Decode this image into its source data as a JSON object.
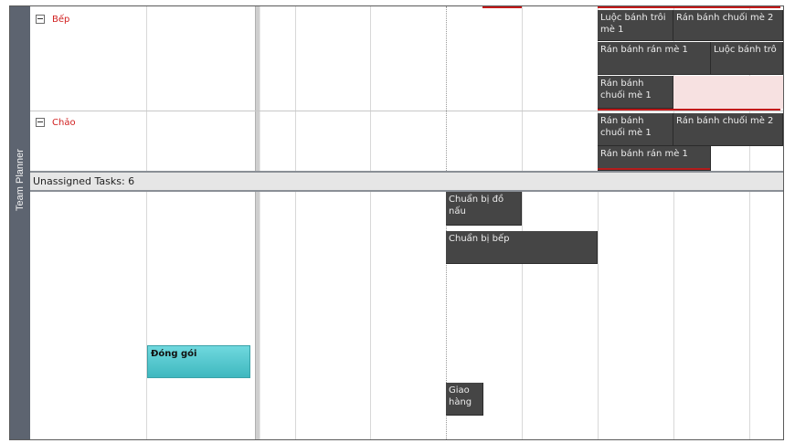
{
  "sidebar": {
    "label": "Team Planner"
  },
  "resources": [
    {
      "name": "Bếp"
    },
    {
      "name": "Chảo"
    }
  ],
  "unassigned": {
    "label": "Unassigned Tasks: 6"
  },
  "assigned_tasks": [
    {
      "label": "Luộc bánh trôi mè 1"
    },
    {
      "label": "Rán bánh chuối mè 2"
    },
    {
      "label": "Rán bánh rán mè 1"
    },
    {
      "label": "Luộc bánh trô"
    },
    {
      "label": "Rán bánh chuối mè 1"
    },
    {
      "label": "Rán bánh chuối mè 1"
    },
    {
      "label": "Rán bánh chuối mè 2"
    },
    {
      "label": "Rán bánh rán mè 1"
    }
  ],
  "unassigned_tasks": [
    {
      "label": "Chuẩn bị đồ nấu"
    },
    {
      "label": "Chuẩn bị bếp"
    },
    {
      "label": "Đóng gói"
    },
    {
      "label": "Giao hàng"
    }
  ],
  "colors": {
    "sidebar": "#5d6470",
    "task_dark": "#454545",
    "task_light": "#4fc6cc",
    "resource_text": "#d11f1f",
    "overallocation": "#c21a1a"
  }
}
